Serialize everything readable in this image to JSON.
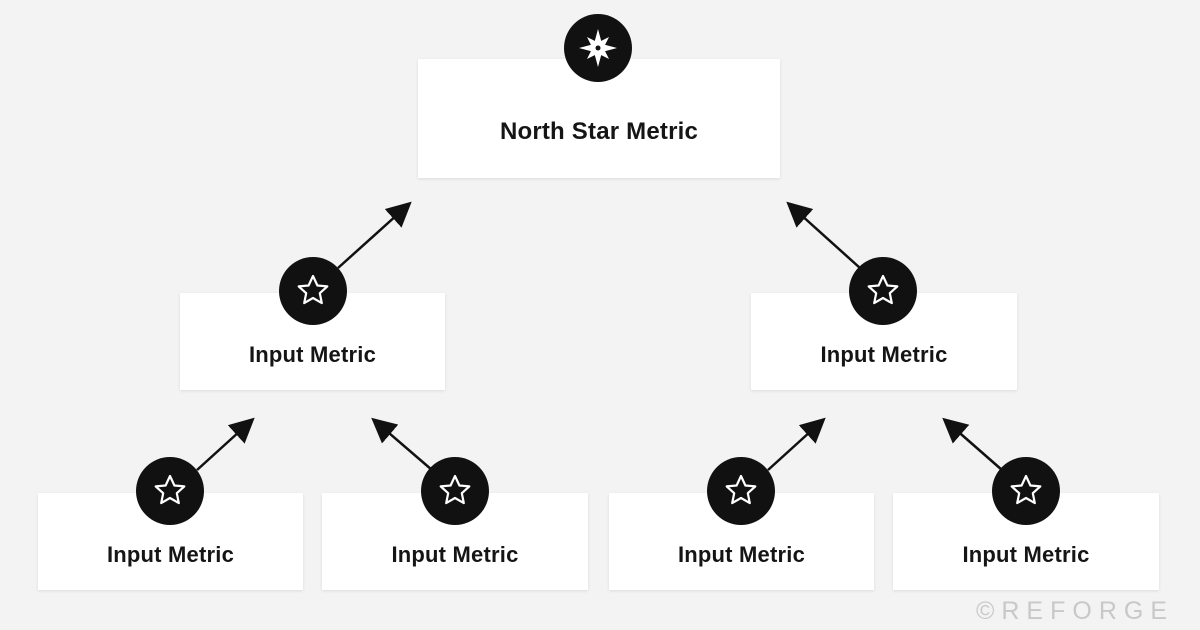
{
  "diagram": {
    "north_star": {
      "label": "North Star Metric",
      "icon": "compass-rose-icon"
    },
    "level2": [
      {
        "label": "Input Metric",
        "icon": "star-outline-icon"
      },
      {
        "label": "Input Metric",
        "icon": "star-outline-icon"
      }
    ],
    "level3": [
      {
        "label": "Input Metric",
        "icon": "star-outline-icon"
      },
      {
        "label": "Input Metric",
        "icon": "star-outline-icon"
      },
      {
        "label": "Input Metric",
        "icon": "star-outline-icon"
      },
      {
        "label": "Input Metric",
        "icon": "star-outline-icon"
      }
    ]
  },
  "watermark": "©REFORGE",
  "colors": {
    "background": "#f3f3f3",
    "box": "#ffffff",
    "badge": "#111111",
    "arrow": "#111111",
    "text": "#151515",
    "watermark": "#c8c8c8"
  }
}
